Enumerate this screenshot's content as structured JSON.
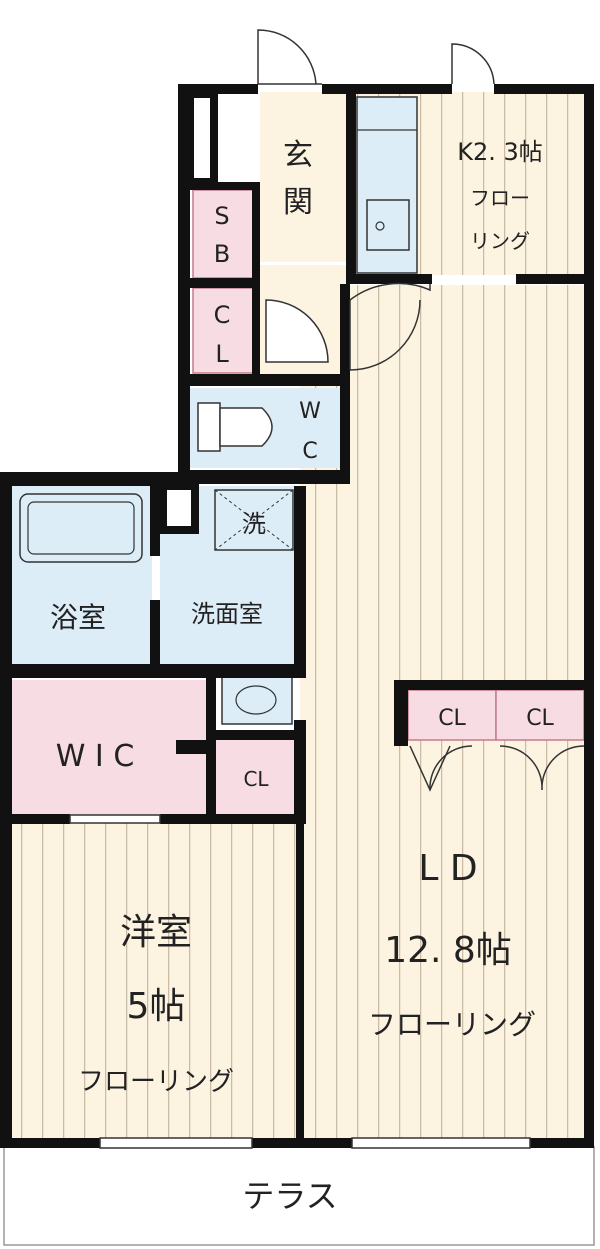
{
  "rooms": {
    "entrance": {
      "label_1": "玄",
      "label_2": "関"
    },
    "shoe_box": {
      "label_1": "S",
      "label_2": "B"
    },
    "hall_closet": {
      "label_1": "C",
      "label_2": "L"
    },
    "kitchen": {
      "size": "K2. 3帖",
      "floor_1": "フロー",
      "floor_2": "リング"
    },
    "toilet": {
      "label_1": "W",
      "label_2": "C"
    },
    "washer": {
      "label": "洗"
    },
    "bathroom": {
      "label": "浴室"
    },
    "washroom": {
      "label": "洗面室"
    },
    "walk_in_closet": {
      "label": "W I C"
    },
    "small_closet": {
      "label": "CL"
    },
    "ld_closet_left": {
      "label": "CL"
    },
    "ld_closet_right": {
      "label": "CL"
    },
    "living_dining": {
      "name": "L D",
      "size": "12. 8帖",
      "floor": "フローリング"
    },
    "western_room": {
      "name": "洋室",
      "size": "5帖",
      "floor": "フローリング"
    },
    "terrace": {
      "label": "テラス"
    }
  },
  "colors": {
    "wall": "#111111",
    "wood_floor": "#fcf3e1",
    "wood_line": "#c9bba6",
    "wet_area": "#dcedf7",
    "closet": "#f7dde3",
    "terrace": "#ffffff"
  }
}
